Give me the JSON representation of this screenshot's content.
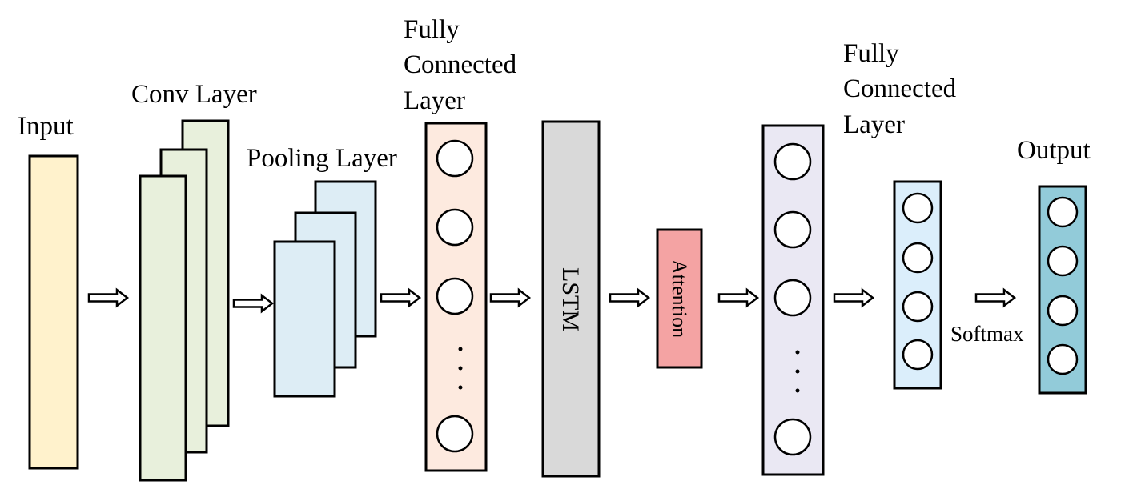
{
  "labels": {
    "input": "Input",
    "conv": "Conv Layer",
    "pooling": "Pooling Layer",
    "fc1": [
      "Fully",
      "Connected",
      "Layer"
    ],
    "lstm": "LSTM",
    "attention": "Attention",
    "fc2": [
      "Fully",
      "Connected",
      "Layer"
    ],
    "output": "Output",
    "softmax": "Softmax"
  },
  "colors": {
    "input": "#fff2cc",
    "conv": "#e8f0dc",
    "pooling": "#ddedf5",
    "fc1": "#fdeadf",
    "lstm": "#d9d9d9",
    "attention": "#f4a3a3",
    "fc2": "#eae8f3",
    "fc3": "#dbeefb",
    "output": "#92cbd9"
  }
}
